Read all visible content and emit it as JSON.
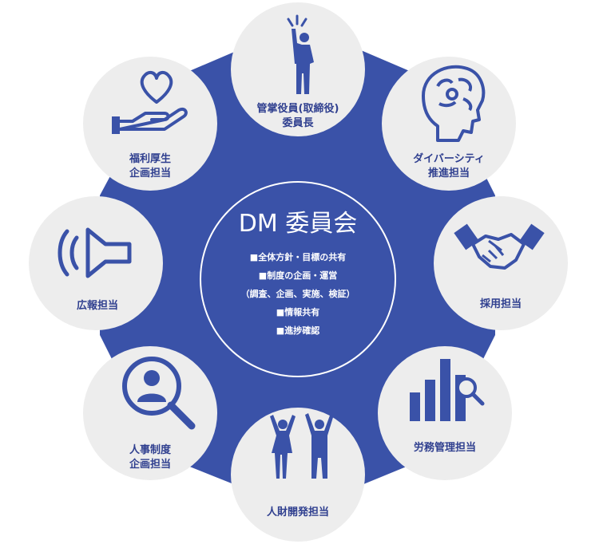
{
  "colors": {
    "blue": "#3a52a8",
    "node_fill": "#ededed",
    "icon": "#3a52a8",
    "label": "#2f3f8f",
    "center_text": "#ffffff"
  },
  "center": {
    "title": "DM 委員会",
    "items": [
      "■全体方針・目標の共有",
      "■制度の企画・運営",
      "（調査、企画、実施、検証）",
      "■情報共有",
      "■進捗確認"
    ]
  },
  "nodes": [
    {
      "id": "executive",
      "icon": "raised-hand-person-icon",
      "lines": [
        "管掌役員(取締役)",
        "委員長"
      ]
    },
    {
      "id": "diversity",
      "icon": "head-brain-icon",
      "lines": [
        "ダイバーシティ",
        "推進担当"
      ]
    },
    {
      "id": "recruitment",
      "icon": "handshake-icon",
      "lines": [
        "採用担当"
      ]
    },
    {
      "id": "labor",
      "icon": "bar-chart-magnifier-icon",
      "lines": [
        "労務管理担当"
      ]
    },
    {
      "id": "talent",
      "icon": "two-people-cheering-icon",
      "lines": [
        "人財開発担当"
      ]
    },
    {
      "id": "hr-system",
      "icon": "person-magnifier-icon",
      "lines": [
        "人事制度",
        "企画担当"
      ]
    },
    {
      "id": "pr",
      "icon": "speaker-icon",
      "lines": [
        "広報担当"
      ]
    },
    {
      "id": "welfare",
      "icon": "heart-hand-icon",
      "lines": [
        "福利厚生",
        "企画担当"
      ]
    }
  ]
}
